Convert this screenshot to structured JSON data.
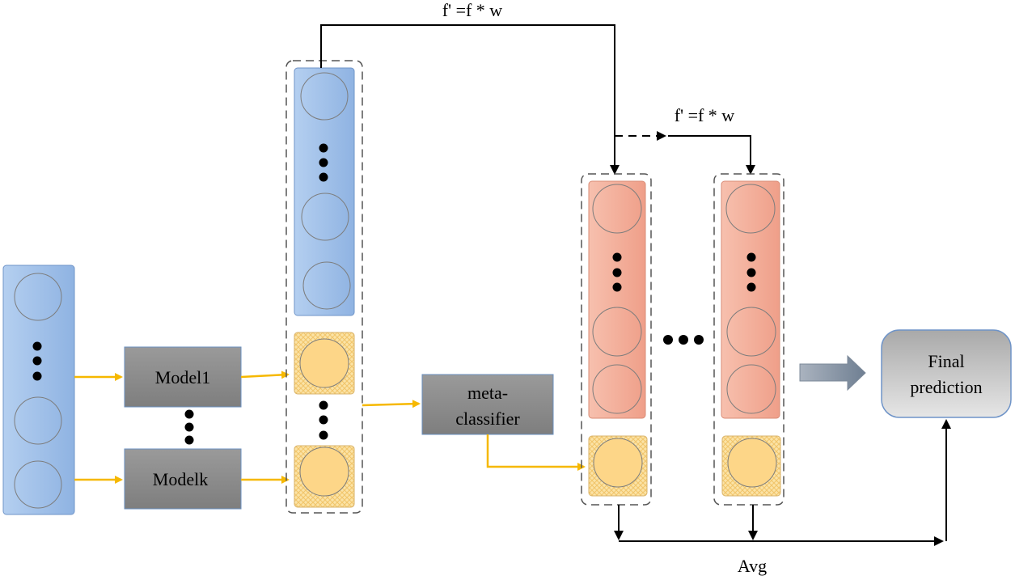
{
  "labels": {
    "formula_top": "f' =f * w",
    "formula_mid": "f' =f * w",
    "model1": "Model1",
    "modelk": "Modelk",
    "meta_line1": "meta-",
    "meta_line2": "classifier",
    "final_line1": "Final",
    "final_line2": "prediction",
    "avg": "Avg"
  },
  "colors": {
    "blue_column": "#9dbde6",
    "orange_node": "#fdd688",
    "salmon_column": "#f3b29e",
    "model_box": "#8c8c8c",
    "final_box": "#c8c8c8",
    "yellow_arrow": "#f6b800",
    "black_arrow": "#000000"
  }
}
